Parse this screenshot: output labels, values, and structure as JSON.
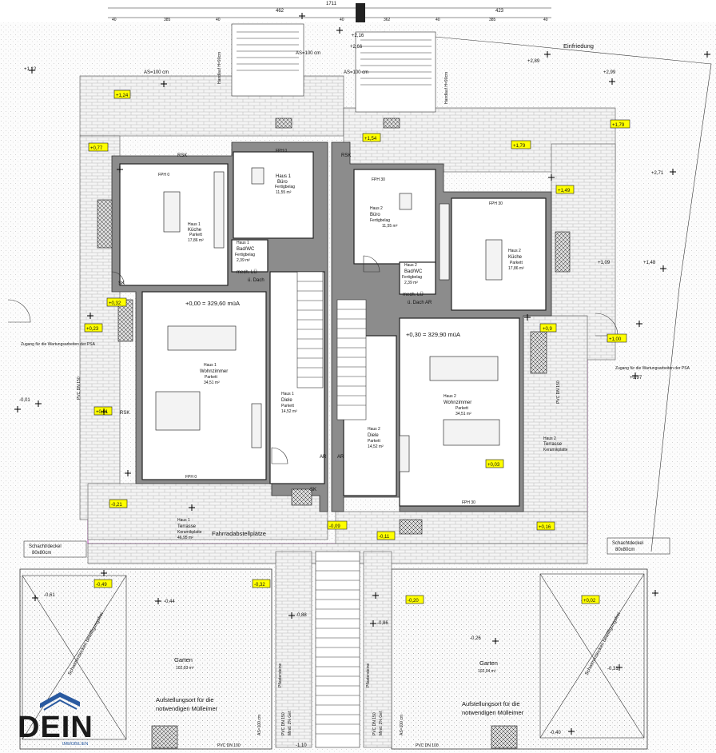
{
  "plan": {
    "top_dims": {
      "overall": "1711",
      "left_seg": "462",
      "right_seg": "423",
      "row2": [
        "40",
        "385",
        "40",
        "40",
        "362",
        "40",
        "385",
        "40"
      ]
    },
    "rooms": {
      "buero1": {
        "name": "Haus 1",
        "label": "Büro",
        "floor": "Fertigbelag",
        "area": "11,55 m²"
      },
      "kueche1": {
        "name": "Haus 1",
        "label": "Küche",
        "floor": "Parkett",
        "area": "17,86 m²"
      },
      "bad1": {
        "name": "Haus 1",
        "label": "Bad/WC",
        "floor": "Fertigbelag",
        "area": "2,39 m²"
      },
      "wohn1": {
        "name": "Haus 1",
        "label": "Wohnzimmer",
        "floor": "Parkett",
        "area": "34,51 m²"
      },
      "diele1": {
        "name": "Haus 1",
        "label": "Diele",
        "floor": "Parkett",
        "area": "14,52 m²"
      },
      "terr1": {
        "name": "Haus 1",
        "label": "Terrasse",
        "floor": "Keramikplatte",
        "area": "46,95 m²"
      },
      "buero2": {
        "name": "Haus 2",
        "label": "Büro",
        "floor": "Fertigbelag",
        "area": "11,55 m²"
      },
      "kueche2": {
        "name": "Haus 2",
        "label": "Küche",
        "floor": "Parkett",
        "area": "17,86 m²"
      },
      "bad2": {
        "name": "Haus 2",
        "label": "Bad/WC",
        "floor": "Fertigbelag",
        "area": "2,39 m²"
      },
      "wohn2": {
        "name": "Haus 2",
        "label": "Wohnzimmer",
        "floor": "Parkett",
        "area": "34,51 m²"
      },
      "diele2": {
        "name": "Haus 2",
        "label": "Diele",
        "floor": "Parkett",
        "area": "14,52 m²"
      },
      "terr2": {
        "name": "Haus 2",
        "label": "Terrasse",
        "floor": "Keramikplatte",
        "area": ""
      },
      "garten1": {
        "label": "Garten",
        "area": "102,93 m²"
      },
      "garten2": {
        "label": "Garten",
        "area": "102,04 m²"
      }
    },
    "labels": {
      "einfriedung": "Einfriedung",
      "as100_a": "AS=100 cm",
      "as100_b": "AS=100 cm",
      "as100_c": "AS=100 cm",
      "as100_d": "AS=100 cm",
      "as100_e": "AS=100 cm",
      "fahrrad": "Fahrradabstellplätze",
      "schacht1": "Schacht/deckel\n80x80cm",
      "schacht1_a": "Schacht/deckel",
      "schacht1_b": "80x80cm",
      "schacht2_a": "Schachtdeckel",
      "schacht2_b": "80x80cm",
      "muell1_a": "Aufstellungsort für die",
      "muell1_b": "notwendigen Mülleimer",
      "muell2_a": "Aufstellungsort für die",
      "muell2_b": "notwendigen Mülleimer",
      "mech1": "mech. LÜ",
      "mech1b": "ü. Dach",
      "mech2": "mech. LÜ",
      "mech2b": "ü. Dach AR",
      "level1": "+0,00 = 329,60 müA",
      "level2": "+0,30 = 329,90 müA",
      "pvc1": "PVC DN 150",
      "pvc2": "PVC DN 150",
      "pvc3": "PVC DN 100",
      "pvc4": "PVC DN 100",
      "pflaster1": "Pflastersteine",
      "pflaster2": "Pflastersteine",
      "zugang": "Zugang für die Wartungsarbeiten der PSA",
      "rsk": "RSK",
      "sk": "SK",
      "ar": "AR",
      "fph": "FPH 0",
      "fph30": "FPH 30",
      "schwimm1": "Schwimmbecken bewilligungsfrei",
      "schwimm2": "Schwimmbecken bewilligungsfrei",
      "handlauf": "Handlauf H=90cm",
      "mind": "Mind. 2% Gef."
    },
    "markers": [
      "+1,24",
      "+0,77",
      "+0,32",
      "+0,23",
      "+0,01",
      "-0,21",
      "+1,54",
      "+1,79",
      "+1,79",
      "+1,49",
      "+0,9",
      "+1,00",
      "+0,03",
      "-0,09",
      "-0,11",
      "+0,16",
      "-0,49",
      "-0,32",
      "-0,20",
      "+0,02"
    ],
    "spot_levels": [
      "+1,12",
      "+2,89",
      "+2,99",
      "+2,71",
      "+1,48",
      "+1,09",
      "+0,97",
      "-0,01",
      "-0,61",
      "-0,44",
      "-0,26",
      "-0,31",
      "-0,40",
      "-0,88",
      "-0,86",
      "-1,10",
      "+2,66",
      "+2,16"
    ],
    "logo": {
      "brand": "DEIN",
      "sub": "IMMOBILIEN"
    }
  },
  "colors": {
    "highlight": "#ffff00",
    "boundary": "#b03ab0",
    "wall": "#8c8c8c"
  }
}
